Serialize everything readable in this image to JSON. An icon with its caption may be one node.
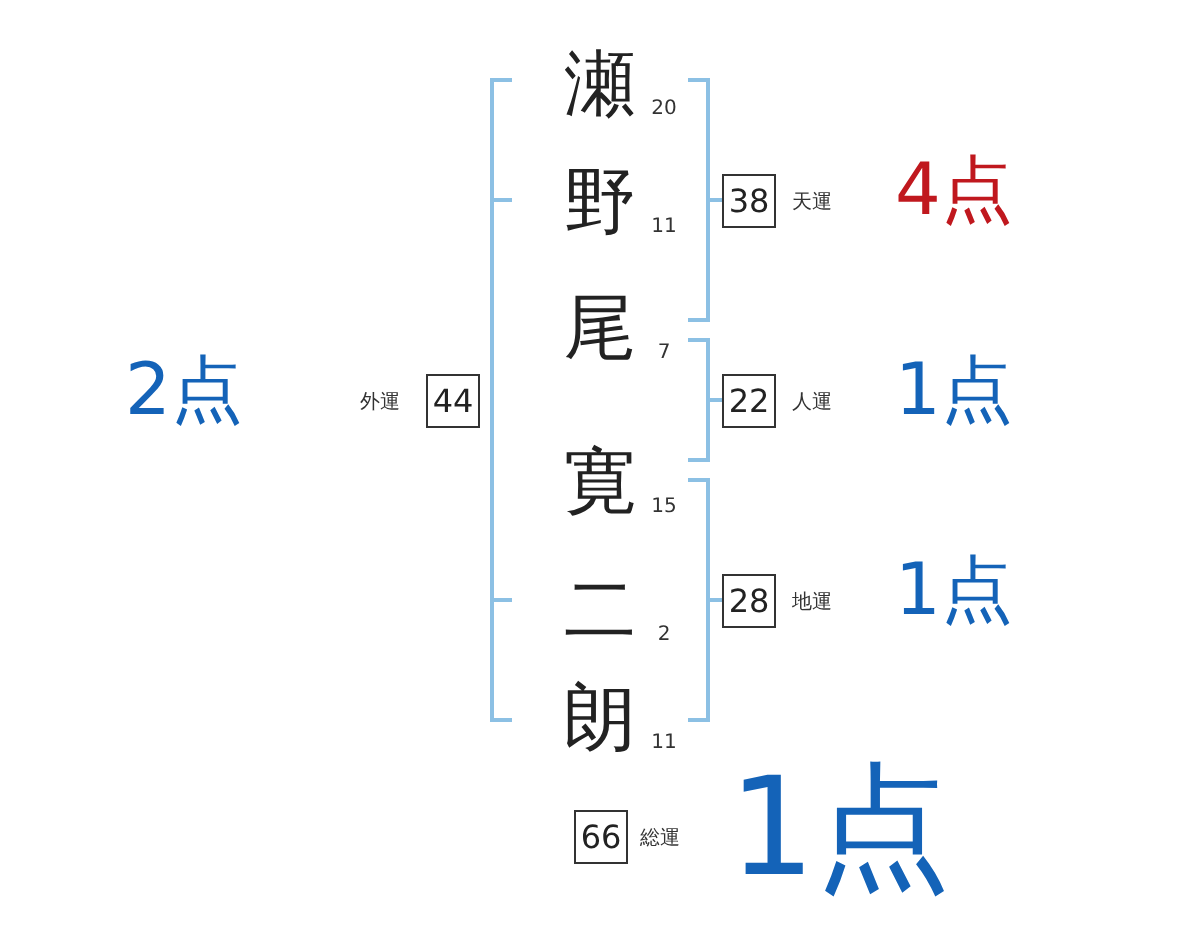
{
  "diagram": {
    "nodes": [
      {
        "text": [
          "44"
        ],
        "beside": [
          "外運",
          "2点"
        ]
      },
      {
        "text": [
          "38"
        ],
        "beside": [
          "天運",
          "4点"
        ]
      },
      {
        "text": [
          "22"
        ],
        "beside": [
          "人運",
          "1点"
        ]
      },
      {
        "text": [
          "28"
        ],
        "beside": [
          "地運",
          "1点"
        ]
      },
      {
        "text": [
          "66"
        ],
        "beside": [
          "総運",
          "1点"
        ]
      }
    ],
    "labels": [
      "瀬",
      "20",
      "野",
      "11",
      "尾",
      "7",
      "寛",
      "15",
      "二",
      "2",
      "朗",
      "11"
    ]
  }
}
